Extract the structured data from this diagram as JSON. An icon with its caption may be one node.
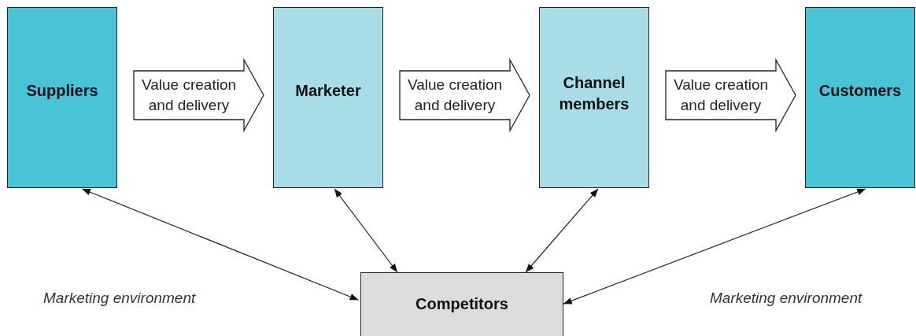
{
  "diagram": {
    "nodes": [
      {
        "text": [
          "Suppliers"
        ]
      },
      {
        "text": [
          "Marketer"
        ]
      },
      {
        "text": [
          "Channel members"
        ]
      },
      {
        "text": [
          "Customers"
        ]
      },
      {
        "text": [
          "Competitors"
        ]
      }
    ],
    "edges": [
      {
        "from": 0,
        "to": 1,
        "arrow": "to",
        "label": "Value creation and delivery",
        "style": "thick"
      },
      {
        "from": 1,
        "to": 2,
        "arrow": "to",
        "label": "Value creation and delivery",
        "style": "thick"
      },
      {
        "from": 2,
        "to": 3,
        "arrow": "to",
        "label": "Value creation and delivery",
        "style": "thick"
      },
      {
        "from": 0,
        "to": 4,
        "arrow": "both"
      },
      {
        "from": 1,
        "to": 4,
        "arrow": "both"
      },
      {
        "from": 2,
        "to": 4,
        "arrow": "both"
      },
      {
        "from": 3,
        "to": 4,
        "arrow": "both"
      }
    ],
    "labels": [
      "Marketing environment",
      "Marketing environment"
    ]
  }
}
